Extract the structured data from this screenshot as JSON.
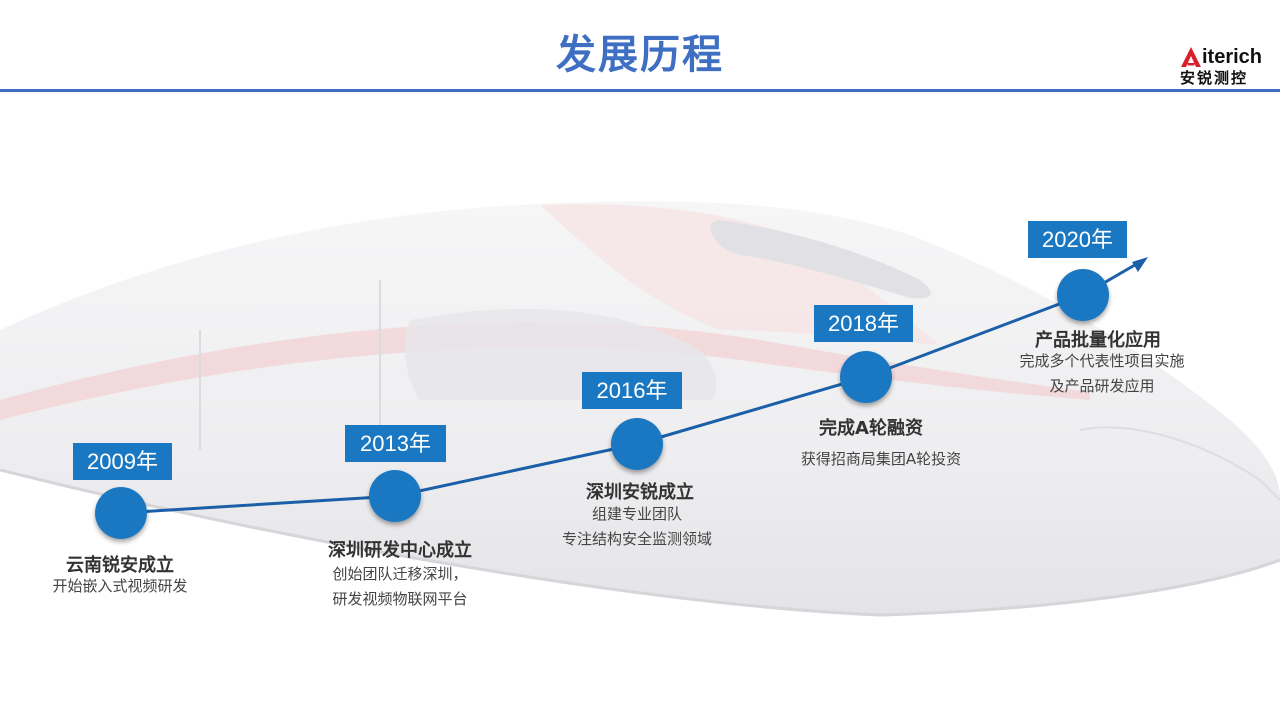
{
  "header": {
    "title": "发展历程",
    "logo_brand": "iterich",
    "logo_cn": "安锐测控",
    "accent_color": "#3f6fc2"
  },
  "timeline": {
    "line_color": "#1a5fa8",
    "node_color": "#1a78c2",
    "milestones": [
      {
        "year": "2009年",
        "title": "云南锐安成立",
        "lines": [
          "开始嵌入式视频研发"
        ]
      },
      {
        "year": "2013年",
        "title": "深圳研发中心成立",
        "lines": [
          "创始团队迁移深圳，",
          "研发视频物联网平台"
        ]
      },
      {
        "year": "2016年",
        "title": "深圳安锐成立",
        "lines": [
          "组建专业团队",
          "专注结构安全监测领域"
        ]
      },
      {
        "year": "2018年",
        "title": "完成A轮融资",
        "lines": [
          "获得招商局集团A轮投资"
        ]
      },
      {
        "year": "2020年",
        "title": "产品批量化应用",
        "lines": [
          "完成多个代表性项目实施",
          "及产品研发应用"
        ]
      }
    ]
  }
}
